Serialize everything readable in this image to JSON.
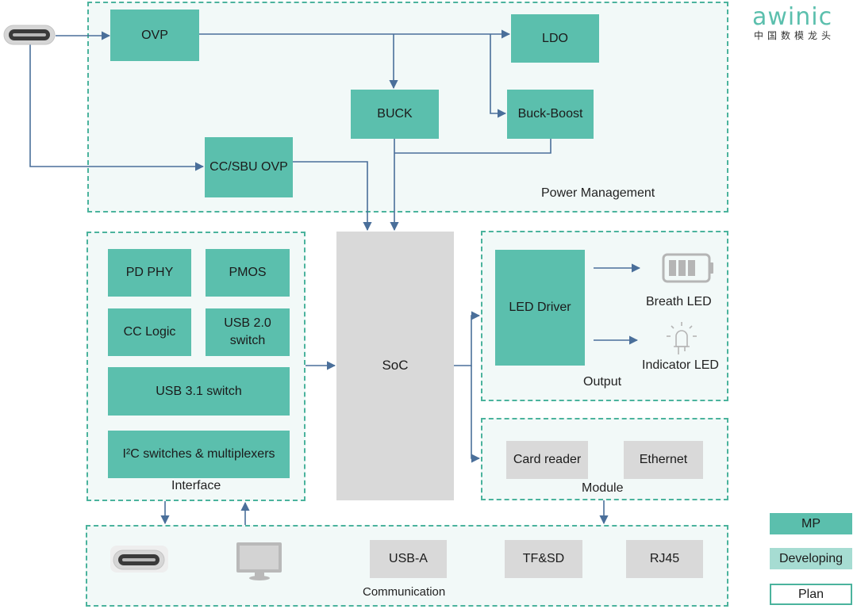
{
  "brand": {
    "name": "awinic",
    "subtitle": "中国数模龙头"
  },
  "regions": {
    "power": "Power Management",
    "interface": "Interface",
    "output": "Output",
    "module": "Module",
    "communication": "Communication"
  },
  "blocks": {
    "ovp": "OVP",
    "ldo": "LDO",
    "buck": "BUCK",
    "buck_boost": "Buck-Boost",
    "cc_sbu_ovp": "CC/SBU OVP",
    "soc": "SoC",
    "pd_phy": "PD PHY",
    "pmos": "PMOS",
    "cc_logic": "CC Logic",
    "usb20_switch": "USB 2.0 switch",
    "usb31_switch": "USB 3.1 switch",
    "i2c_switches": "I²C switches & multiplexers",
    "led_driver": "LED Driver",
    "card_reader": "Card reader",
    "ethernet": "Ethernet",
    "usb_a": "USB-A",
    "tf_sd": "TF&SD",
    "rj45": "RJ45"
  },
  "outputs": {
    "breath_led": "Breath LED",
    "indicator_led": "Indicator LED"
  },
  "legend": {
    "mp": "MP",
    "developing": "Developing",
    "plan": "Plan"
  },
  "icons": {
    "usb_c_connector": "usb-c-connector-icon",
    "monitor": "monitor-icon",
    "battery": "battery-icon",
    "led": "led-bulb-icon"
  },
  "colors": {
    "mp": "#5bbfad",
    "developing": "#a6dcd2",
    "plan_border": "#4bb39d",
    "region_border": "#4bb39d",
    "arrow": "#4a6f9a",
    "gray_block": "#d9d9d9"
  }
}
